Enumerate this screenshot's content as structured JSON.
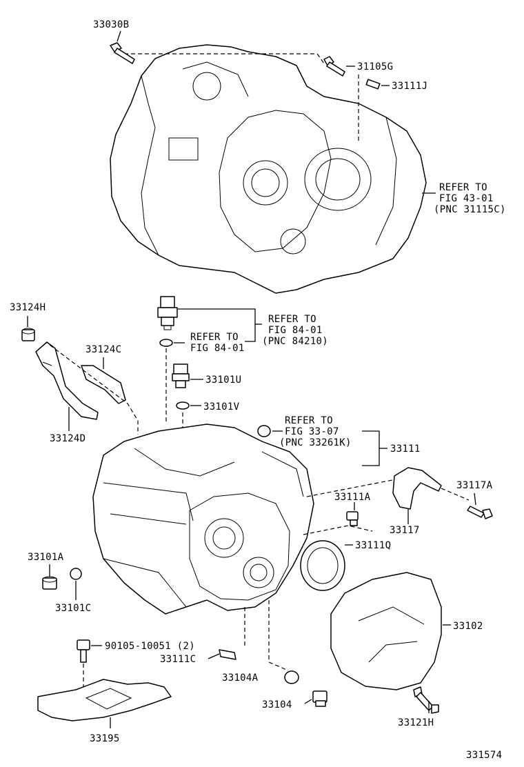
{
  "labels": {
    "p33030B": "33030B",
    "p31105G": "31105G",
    "p33111J": "33111J",
    "refer43_1": "REFER TO",
    "refer43_2": "FIG 43-01",
    "refer43_3": "(PNC 31115C)",
    "p33124H": "33124H",
    "p33124C": "33124C",
    "p33124D": "33124D",
    "refer84a_1": "REFER TO",
    "refer84a_2": "FIG 84-01",
    "refer84a_3": "(PNC 84210)",
    "refer84b_1": "REFER TO",
    "refer84b_2": "FIG 84-01",
    "p33101U": "33101U",
    "p33101V": "33101V",
    "refer33_1": "REFER TO",
    "refer33_2": "FIG 33-07",
    "refer33_3": "(PNC 33261K)",
    "p33111": "33111",
    "p33117A": "33117A",
    "p33111A": "33111A",
    "p33117": "33117",
    "p33111Q": "33111Q",
    "p33101A": "33101A",
    "p33101C": "33101C",
    "p33102": "33102",
    "p90105": "90105-10051 (2)",
    "p33111C": "33111C",
    "p33104A": "33104A",
    "p33104": "33104",
    "p33121H": "33121H",
    "p33195": "33195",
    "figure_number": "331574"
  }
}
